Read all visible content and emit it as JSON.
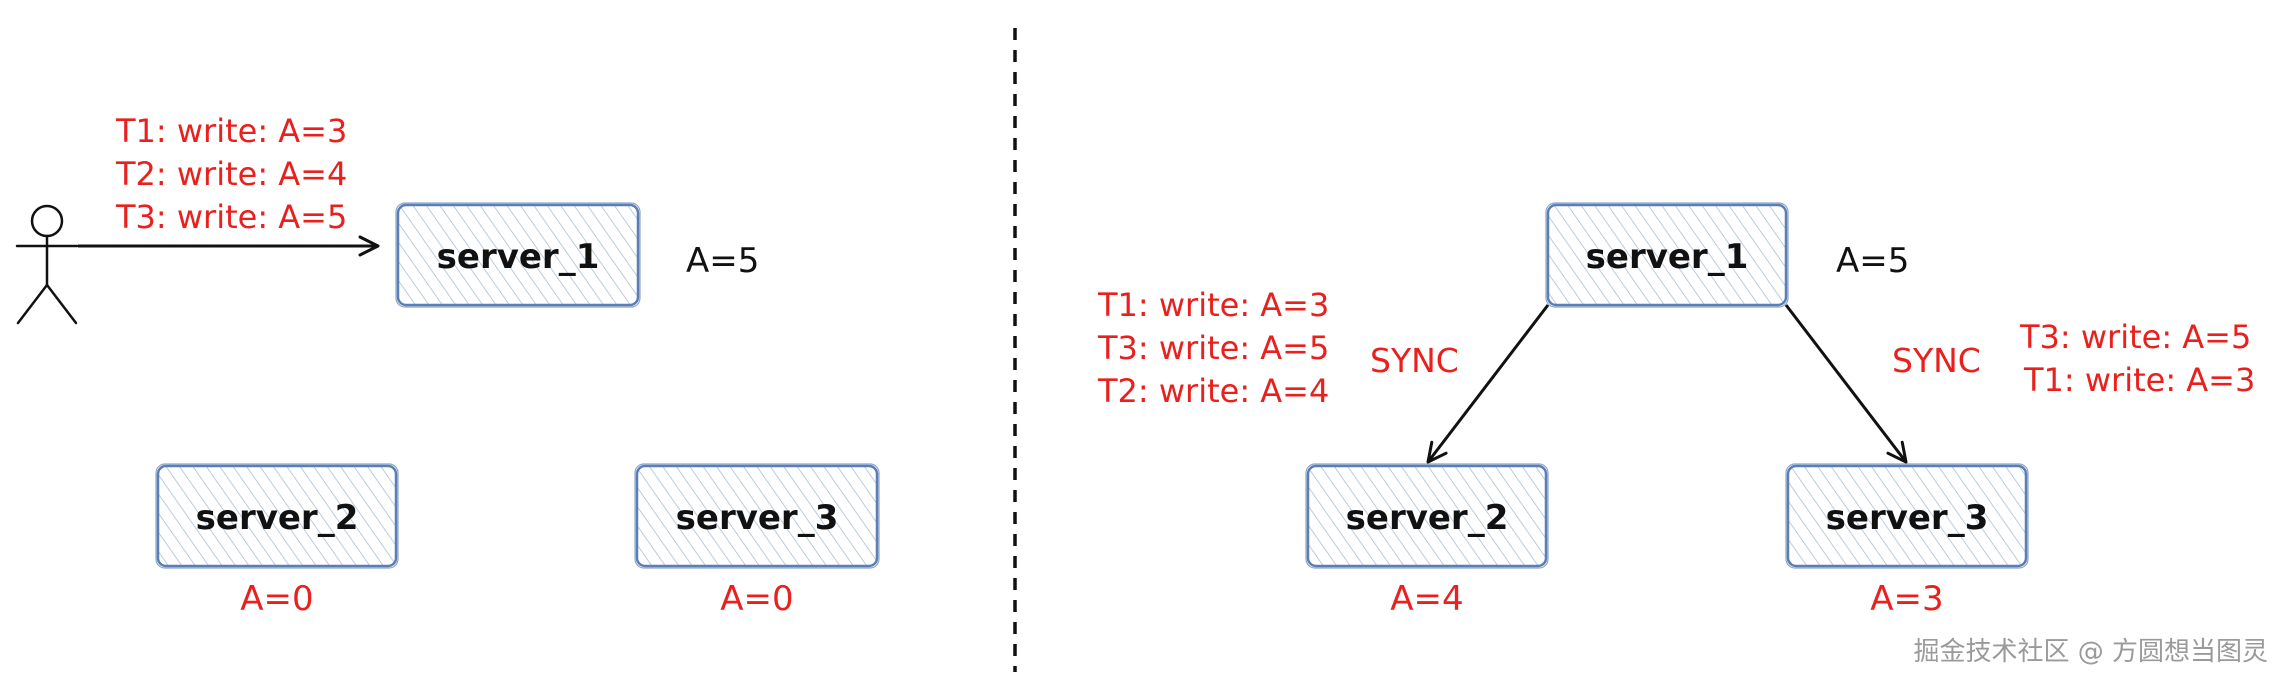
{
  "colors": {
    "red": "#e8201e",
    "black": "#111111",
    "box_stroke": "#5b7fb5",
    "box_hatch": "#a9bfd9",
    "watermark": "#9a9a9a"
  },
  "left": {
    "actor": {
      "icon": "stick-figure-icon"
    },
    "writes": [
      "T1: write: A=3",
      "T2: write: A=4",
      "T3: write: A=5"
    ],
    "servers": [
      {
        "name": "server_1",
        "value": "A=5"
      },
      {
        "name": "server_2",
        "value": "A=0"
      },
      {
        "name": "server_3",
        "value": "A=0"
      }
    ]
  },
  "right": {
    "servers": [
      {
        "name": "server_1",
        "value": "A=5"
      },
      {
        "name": "server_2",
        "value": "A=4"
      },
      {
        "name": "server_3",
        "value": "A=3"
      }
    ],
    "sync_left": "SYNC",
    "sync_right": "SYNC",
    "writes_to_server_2": [
      "T1: write: A=3",
      "T3: write: A=5",
      "T2: write: A=4"
    ],
    "writes_to_server_3": [
      "T3: write: A=5",
      "T1: write: A=3"
    ]
  },
  "watermark": "掘金技术社区 @ 方圆想当图灵"
}
